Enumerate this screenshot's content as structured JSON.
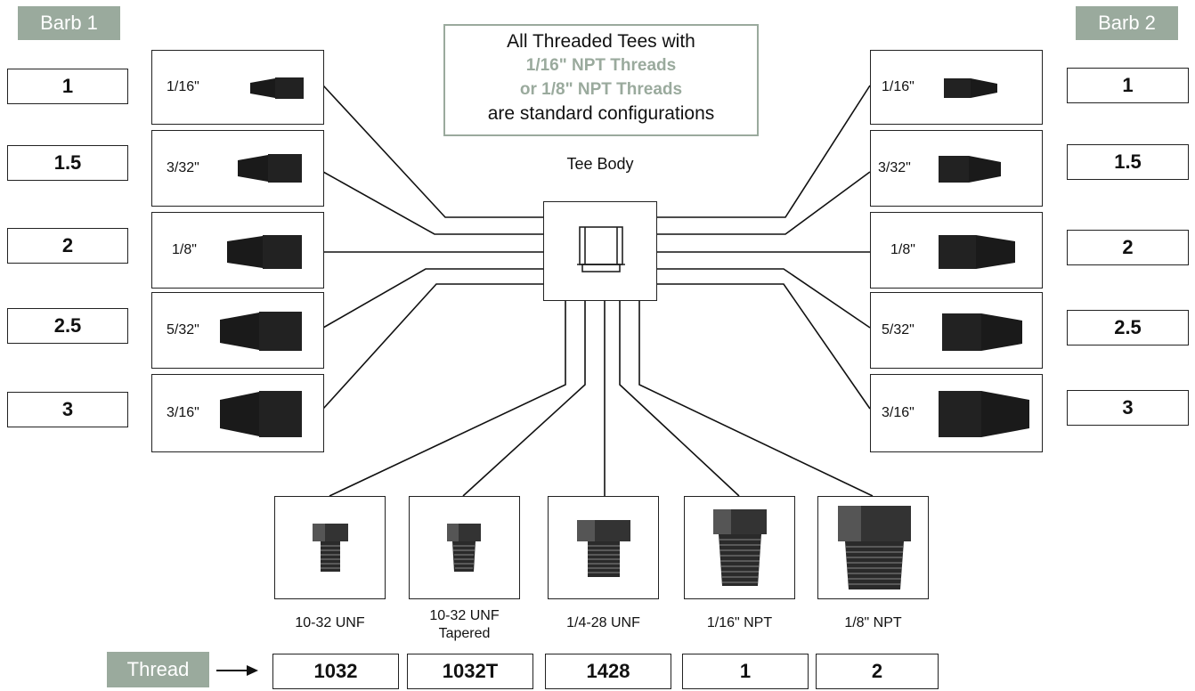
{
  "barb1": {
    "tag": "Barb 1",
    "items": [
      {
        "size": "1/16\"",
        "code": "1"
      },
      {
        "size": "3/32\"",
        "code": "1.5"
      },
      {
        "size": "1/8\"",
        "code": "2"
      },
      {
        "size": "5/32\"",
        "code": "2.5"
      },
      {
        "size": "3/16\"",
        "code": "3"
      }
    ]
  },
  "barb2": {
    "tag": "Barb 2",
    "items": [
      {
        "size": "1/16\"",
        "code": "1"
      },
      {
        "size": "3/32\"",
        "code": "1.5"
      },
      {
        "size": "1/8\"",
        "code": "2"
      },
      {
        "size": "5/32\"",
        "code": "2.5"
      },
      {
        "size": "3/16\"",
        "code": "3"
      }
    ]
  },
  "note": {
    "line1": "All Threaded Tees with",
    "line2": "1/16\" NPT Threads",
    "line3": "or 1/8\" NPT Threads",
    "line4": "are standard configurations"
  },
  "tee": {
    "label": "Tee Body"
  },
  "thread": {
    "tag": "Thread",
    "items": [
      {
        "name": "10-32 UNF",
        "name2": "",
        "code": "1032"
      },
      {
        "name": "10-32 UNF",
        "name2": "Tapered",
        "code": "1032T"
      },
      {
        "name": "1/4-28 UNF",
        "name2": "",
        "code": "1428"
      },
      {
        "name": "1/16\" NPT",
        "name2": "",
        "code": "1"
      },
      {
        "name": "1/8\" NPT",
        "name2": "",
        "code": "2"
      }
    ]
  },
  "colors": {
    "accent": "#9aaa9d"
  }
}
